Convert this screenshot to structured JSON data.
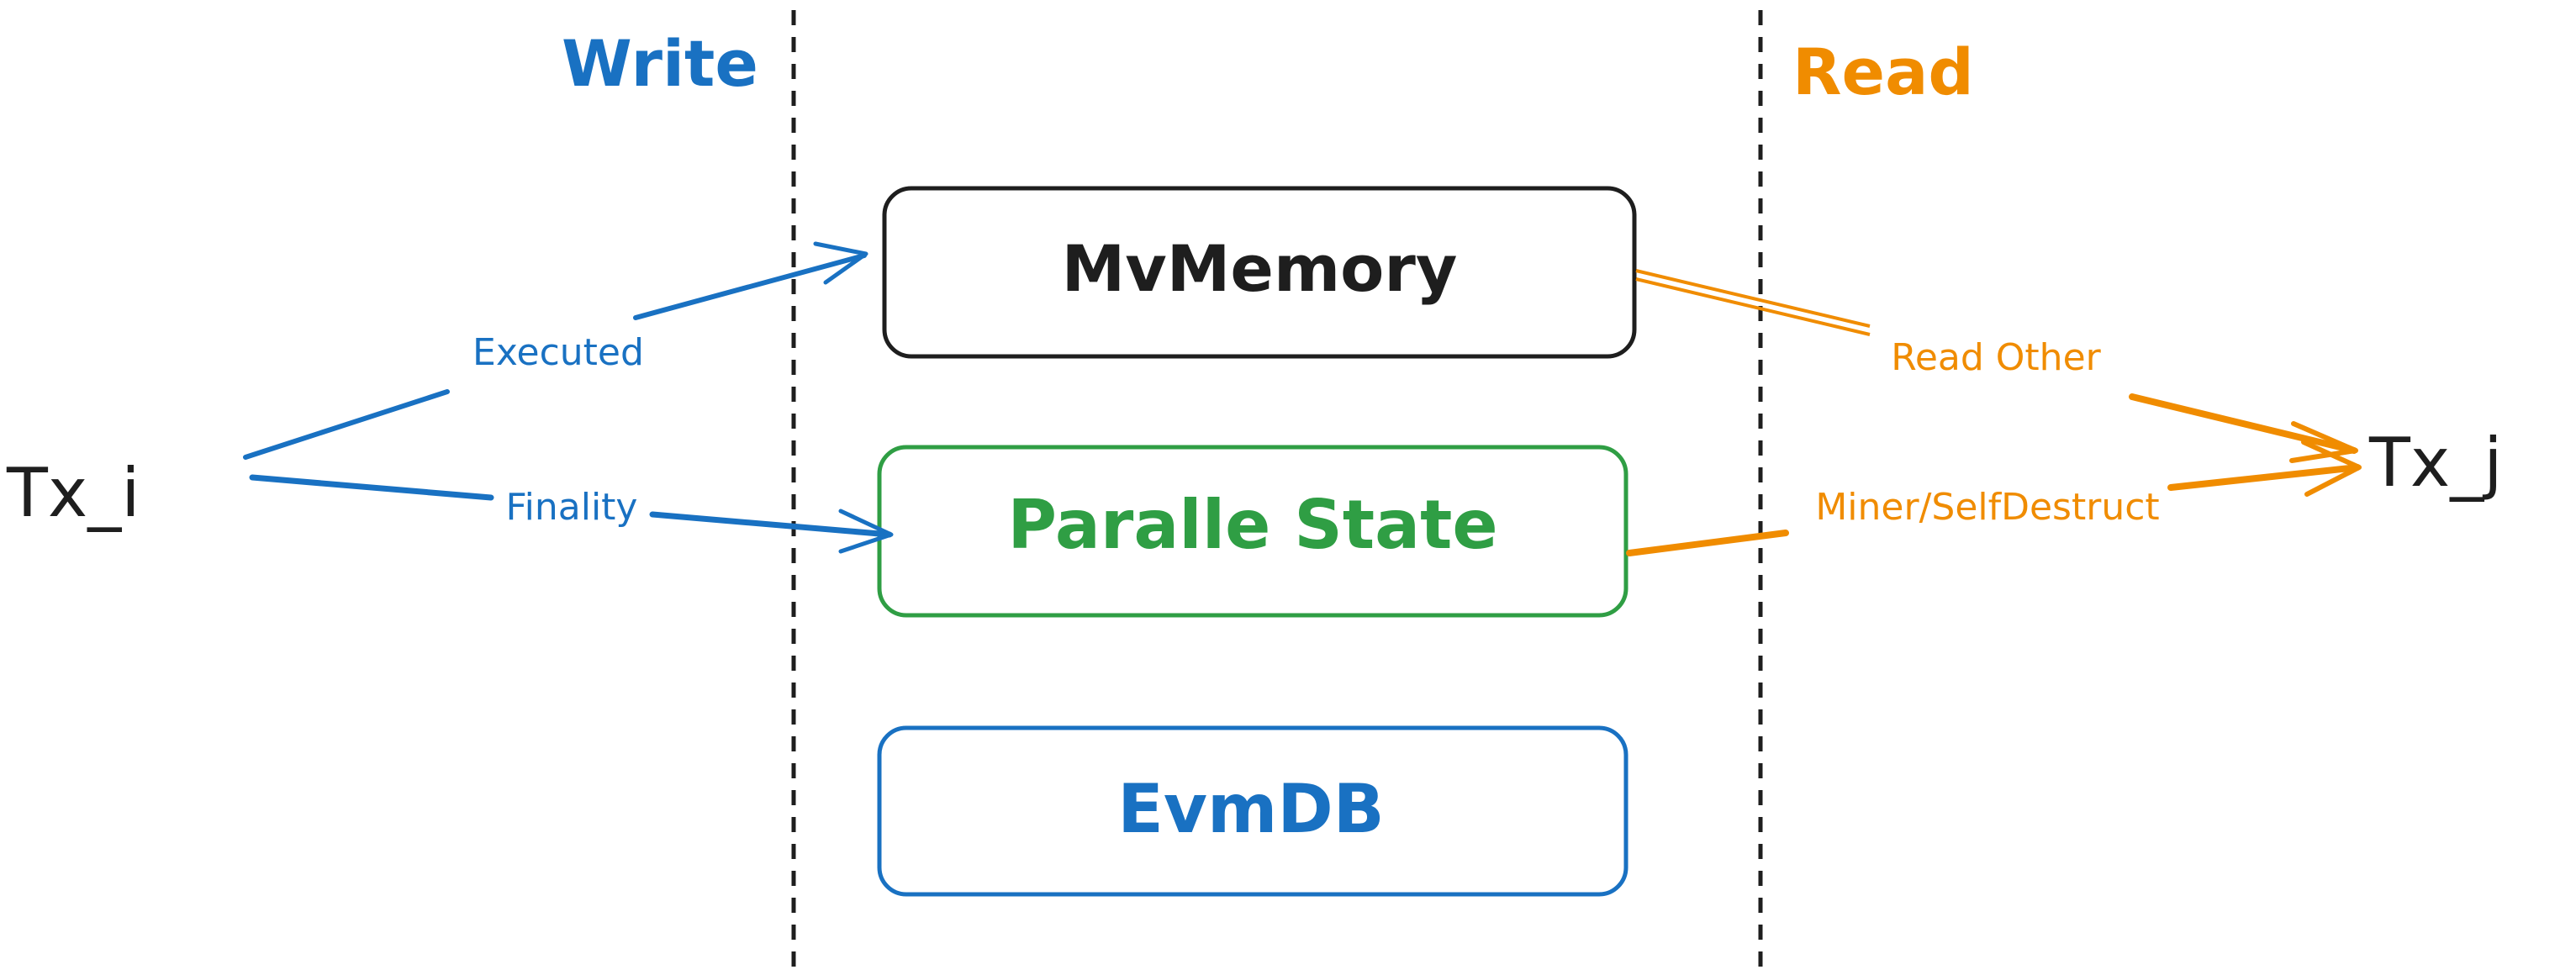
{
  "colors": {
    "write": "#1971c2",
    "read": "#f08c00",
    "mvmemory": "#1e1e1e",
    "parallel_state": "#2f9e44",
    "evmdb": "#1971c2",
    "tx": "#1e1e1e",
    "divider": "#1e1e1e"
  },
  "sections": {
    "write_label": "Write",
    "read_label": "Read"
  },
  "transactions": {
    "left": "Tx_i",
    "right": "Tx_j"
  },
  "boxes": {
    "mvmemory": "MvMemory",
    "parallel_state": "Paralle State",
    "evmdb": "EvmDB"
  },
  "edges": {
    "executed": "Executed",
    "finality": "Finality",
    "read_other": "Read Other",
    "miner_selfdestruct": "Miner/SelfDestruct"
  }
}
